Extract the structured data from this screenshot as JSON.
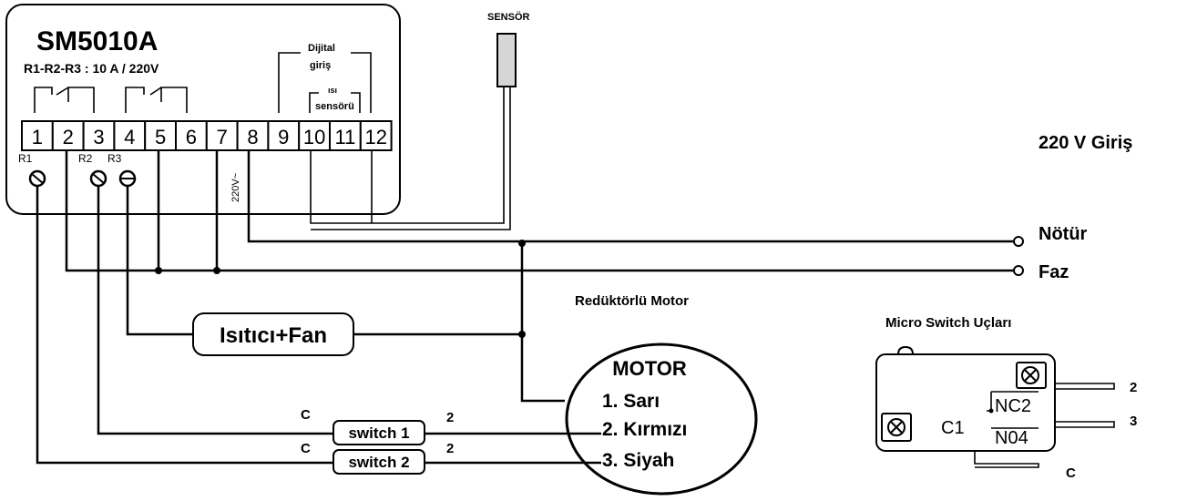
{
  "controller": {
    "model": "SM5010A",
    "rating": "R1-R2-R3 : 10 A / 220V",
    "terminals": [
      "1",
      "2",
      "3",
      "4",
      "5",
      "6",
      "7",
      "8",
      "9",
      "10",
      "11",
      "12"
    ],
    "relay_labels": [
      "R1",
      "R2",
      "R3"
    ],
    "supply_label": "220V~",
    "digital_input_label_line1": "Dijital",
    "digital_input_label_line2": "giriş",
    "heat_sensor_label_line1": "ısı",
    "heat_sensor_label_line2": "sensörü"
  },
  "sensor_label": "SENSÖR",
  "power": {
    "input_label": "220 V Giriş",
    "neutral_label": "Nötür",
    "phase_label": "Faz"
  },
  "heater_label": "Isıtıcı+Fan",
  "motor": {
    "caption": "Redüktörlü Motor",
    "title": "MOTOR",
    "wires": [
      "1. Sarı",
      "2. Kırmızı",
      "3. Siyah"
    ]
  },
  "switches": [
    {
      "label": "switch 1",
      "left_terminal": "C",
      "right_terminal": "2"
    },
    {
      "label": "switch 2",
      "left_terminal": "C",
      "right_terminal": "2"
    }
  ],
  "micro_switch": {
    "title": "Micro Switch Uçları",
    "nc_label": "NC2",
    "no_label": "N04",
    "c_label": "C1",
    "pin_labels": [
      "2",
      "3",
      "C"
    ]
  }
}
